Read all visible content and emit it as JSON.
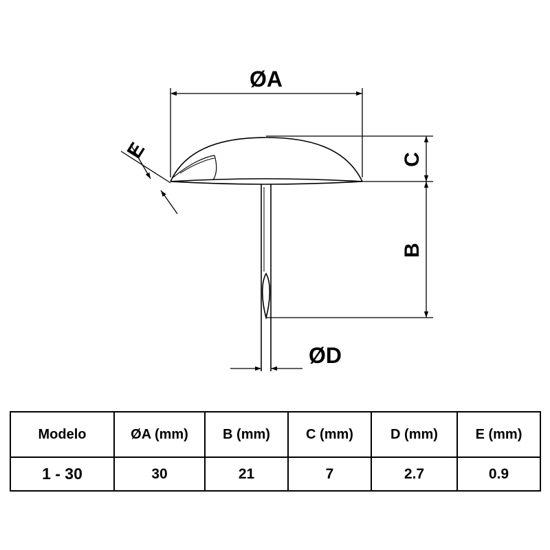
{
  "drawing": {
    "labels": {
      "A": "ØA",
      "B": "B",
      "C": "C",
      "D": "ØD",
      "E": "E"
    }
  },
  "table": {
    "headers": [
      "Modelo",
      "ØA (mm)",
      "B (mm)",
      "C (mm)",
      "D (mm)",
      "E (mm)"
    ],
    "rows": [
      [
        "1 - 30",
        "30",
        "21",
        "7",
        "2.7",
        "0.9"
      ]
    ]
  }
}
